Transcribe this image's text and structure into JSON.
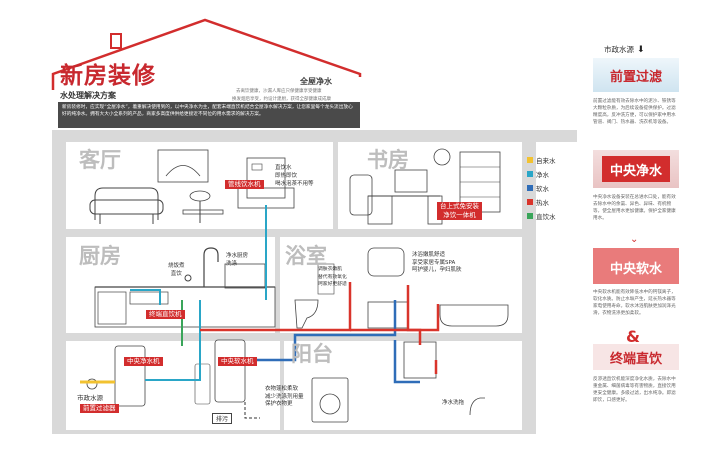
{
  "header": {
    "title": "新房装修",
    "subtitle": "水处理解决方案",
    "right_title": "全屋净水",
    "right_lines": [
      "去离饮健康，沙漏人库应只保健康享受健康",
      "换发烟后享受，约设计建厨，获得全部健康成成康"
    ],
    "intro": "新房装修时，应实现“全屋净水”，着重解决使用到的，以中央净水为主，配套末端直饮机结合全屋净水解决方案，让您家里每个龙头流出放心好的纯净水。拥有大大小全系列的产品，商家多高度供供给更接近不同位的用水需求的解决方案。"
  },
  "rooms": {
    "living": "客厅",
    "study": "书房",
    "kitchen": "厨房",
    "bath": "浴室",
    "balcony": "阳台"
  },
  "legend": [
    {
      "label": "自来水",
      "color": "#f2c230"
    },
    {
      "label": "净水",
      "color": "#2aa6c7"
    },
    {
      "label": "软水",
      "color": "#2f6db8"
    },
    {
      "label": "热水",
      "color": "#d9342b"
    },
    {
      "label": "直饮水",
      "color": "#3aa55a"
    }
  ],
  "labels": {
    "pipeline_drinker": "管线饮水机",
    "drinker_note": [
      "直饮水",
      "即热即饮",
      "喝水泡茶不用等"
    ],
    "desktop_drinker": [
      "台上式免安装",
      "净饮一体机"
    ],
    "cook_note": [
      "烧饭煮",
      "直饮"
    ],
    "purify_note": [
      "净水厨房",
      "洗涤"
    ],
    "terminal_drinker": "终端直饮机",
    "central_purifier": "中央净水机",
    "central_softener": "中央软水机",
    "pre_filter": "前置过滤器",
    "city_water": "市政水源",
    "drain": "排污",
    "bath_note": [
      "沐浴嫩肌舒适",
      "享受家居专属SPA",
      "呵护婴儿，孕妇肌肤"
    ],
    "wash_note": [
      "调肤衣嫩肌",
      "替代有效氧化",
      "呵家好更舒适"
    ],
    "balcony_note": [
      "衣物蓬松柔软",
      "减少洗涤剂用量",
      "保护衣物更"
    ],
    "balcony_tap": "净水洗拖"
  },
  "sidebar": {
    "source_label": "市政水源",
    "cards": [
      {
        "title": "前置过滤",
        "text": "前置过滤能有效去除水中的泥沙、铁锈等大颗粒杂质，为后续设备提供保护。过滤精度高，反冲洗方便，可以保护家中用水管道、阀门、热水器、洗衣机等设备。"
      },
      {
        "title": "中央净水",
        "text": "中央净水设备安装在总进水口处，能有效去除水中的余氯、异色、异味、有机物等，使全屋用水更加健康。保护全家健康用水。"
      },
      {
        "title": "中央软水",
        "text": "中央软水机能有效降低水中的钙镁离子，软化水质。防止水垢产生，延长热水器等家电使用寿命。软水沐浴肌肤更加润泽光滑，衣物洗涤更加柔软。"
      },
      {
        "title": "终端直饮",
        "text": "反渗透直饮机能深度净化水质，去除水中重金属、细菌病毒等有害物质，直接饮用更安全健康。多级过滤，出水纯净。即滤即饮，口感更好。"
      }
    ],
    "connector": "&"
  }
}
